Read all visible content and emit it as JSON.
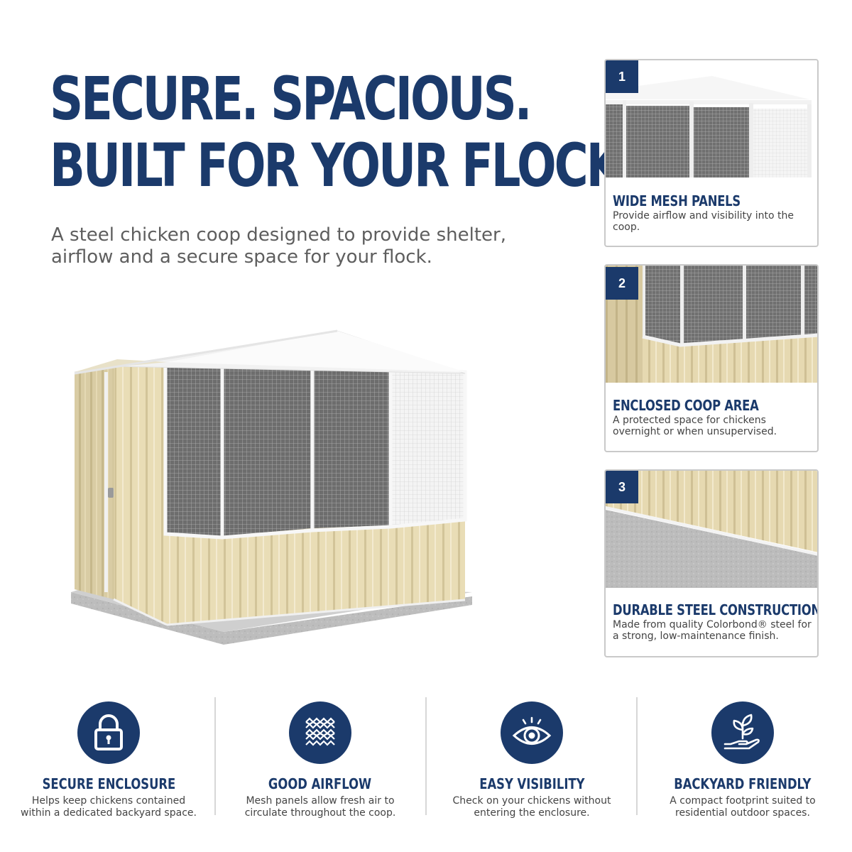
{
  "headline": {
    "line1": "SECURE. SPACIOUS.",
    "line2": "BUILT FOR YOUR FLOCK."
  },
  "subhead": "A steel chicken coop designed to provide shelter, airflow and a secure space for your flock.",
  "cards": [
    {
      "number": "1",
      "title": "WIDE MESH PANELS",
      "description": "Provide airflow and visibility into the coop."
    },
    {
      "number": "2",
      "title": "ENCLOSED COOP AREA",
      "description": "A protected space for chickens overnight or when unsupervised."
    },
    {
      "number": "3",
      "title": "DURABLE STEEL CONSTRUCTION",
      "description": "Made from quality Colorbond® steel for a strong, low-maintenance finish."
    }
  ],
  "features": [
    {
      "icon": "padlock-icon",
      "title": "SECURE ENCLOSURE",
      "description": "Helps keep chickens contained within a dedicated backyard space."
    },
    {
      "icon": "mesh-icon",
      "title": "GOOD AIRFLOW",
      "description": "Mesh panels allow fresh air to circulate throughout the coop."
    },
    {
      "icon": "eye-icon",
      "title": "EASY VISIBILITY",
      "description": "Check on your chickens without entering the enclosure."
    },
    {
      "icon": "plant-in-hand-icon",
      "title": "BACKYARD FRIENDLY",
      "description": "A compact footprint suited to residential outdoor spaces."
    }
  ],
  "colors": {
    "brand_navy": "#1b3a6b",
    "panel_cream": "#e8dcb5",
    "body_gray": "#5e5e5e"
  }
}
